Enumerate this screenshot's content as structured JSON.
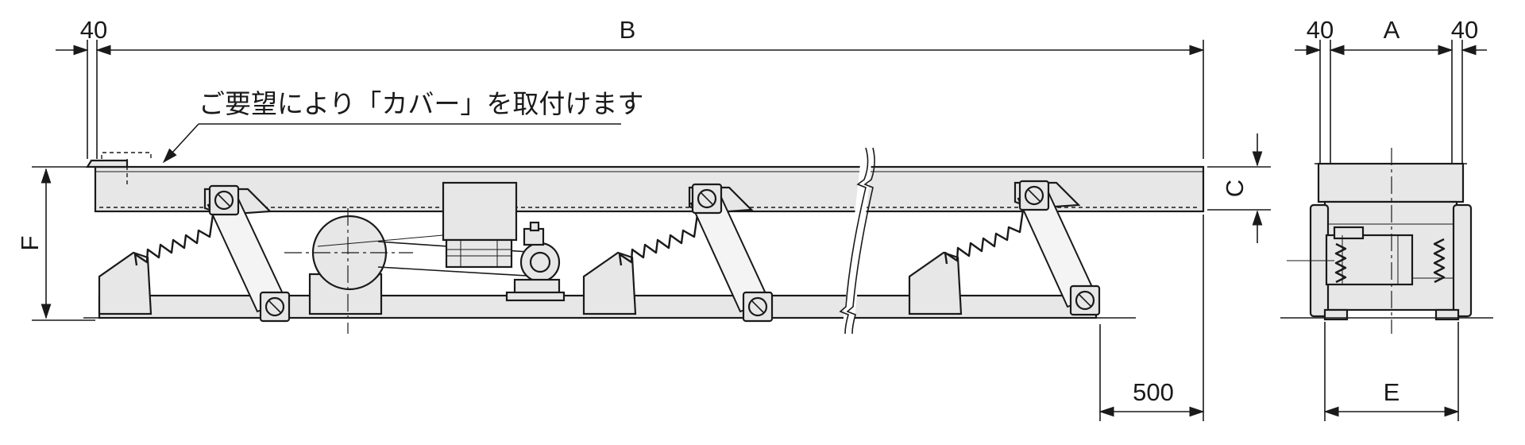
{
  "note": "ご要望により「カバー」を取付けます",
  "dimensions": {
    "side_left_margin": "40",
    "overall_length": "B",
    "bracket_extension": "500",
    "total_height": "F",
    "trough_depth": "C",
    "end_margin_left": "40",
    "trough_width": "A",
    "end_margin_right": "40",
    "base_width": "E"
  }
}
